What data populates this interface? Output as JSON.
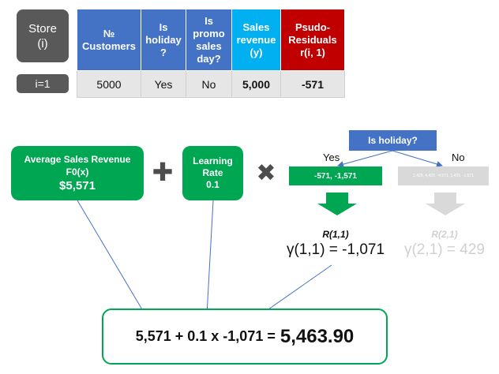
{
  "store": {
    "label_line1": "Store",
    "label_line2": "(i)",
    "index_label": "i=1"
  },
  "table": {
    "headers": [
      {
        "line1": "№",
        "line2": "Customers",
        "line3": "",
        "line4": "",
        "color": "#4472c4"
      },
      {
        "line1": "Is",
        "line2": "holiday",
        "line3": "?",
        "line4": "",
        "color": "#4472c4"
      },
      {
        "line1": "Is",
        "line2": "promo",
        "line3": "sales",
        "line4": "day?",
        "color": "#4472c4"
      },
      {
        "line1": "Sales",
        "line2": "revenue",
        "line3": "(y)",
        "line4": "",
        "color": "#00b0f0"
      },
      {
        "line1": "Psudo-",
        "line2": "Residuals",
        "line3": "r(i, 1)",
        "line4": "",
        "color": "#c00000"
      }
    ],
    "row": [
      "5000",
      "Yes",
      "No",
      "5,000",
      "-571"
    ]
  },
  "average_box": {
    "line1": "Average Sales Revenue",
    "line2": "F0(x)",
    "value": "$5,571"
  },
  "learning_rate_box": {
    "line1": "Learning",
    "line2": "Rate",
    "value": "0.1"
  },
  "operators": {
    "plus": "✚",
    "times": "✖"
  },
  "tree": {
    "root": "Is holiday?",
    "yes_label": "Yes",
    "no_label": "No",
    "yes_leaf": "-571, -1,571",
    "no_leaf": "2,429, 4,429, -4,571, 1,429, -1,571",
    "left_region_label": "R(1,1)",
    "left_gamma": "γ(1,1) = -1,071",
    "right_region_label": "R(2,1)",
    "right_gamma": "γ(2,1) = 429"
  },
  "result": {
    "equation": "5,571 + 0.1 x -1,071 =",
    "value": "5,463.90"
  },
  "colors": {
    "green": "#00a651",
    "blue": "#4472c4",
    "cyan": "#00b0f0",
    "red": "#c00000",
    "dark_grey": "#595959",
    "light_grey": "#d9d9d9"
  }
}
